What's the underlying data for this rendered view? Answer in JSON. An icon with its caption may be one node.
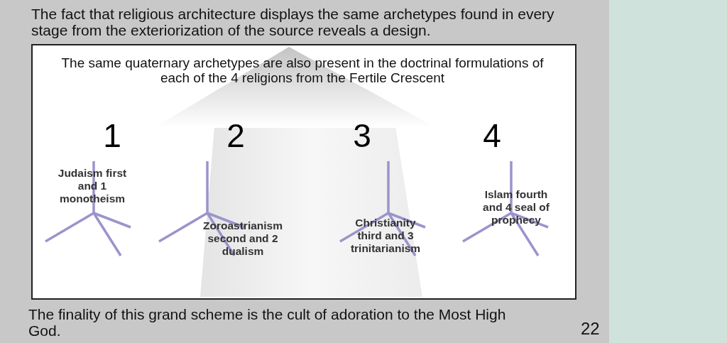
{
  "diagram": {
    "title": "The fact that religious architecture displays the same archetypes found in every stage from the exteriorization of the source reveals a design.",
    "caption": "The finality of this grand scheme is the cult of adoration to the Most High God.",
    "nodes": [
      {
        "text": [
          "The same quaternary archetypes are also present in the doctrinal formulations of each of the 4 religions from the Fertile Crescent"
        ]
      }
    ],
    "labels": [
      "1",
      "2",
      "3",
      "4",
      "Judaism first and 1 monotheism",
      "Islam fourth and 4 seal of prophecy",
      "Zoroastrianism second and 2 dualism",
      "Christianity third and 3 trinitarianism",
      "22"
    ]
  }
}
